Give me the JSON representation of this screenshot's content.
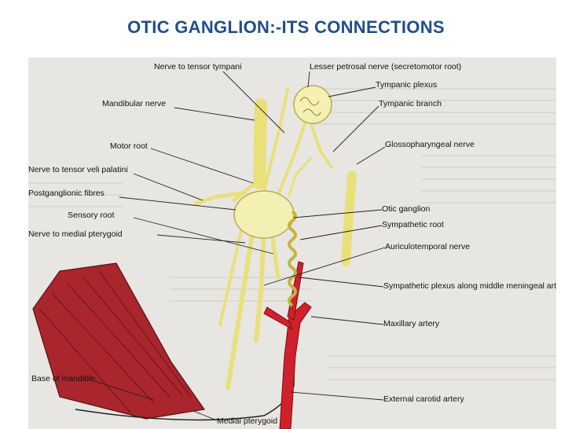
{
  "title": "OTIC GANGLION:-ITS  CONNECTIONS",
  "labels": {
    "nerve_to_tensor_tympani": "Nerve to tensor tympani",
    "lesser_petrosal": "Lesser petrosal nerve (secretomotor root)",
    "tympanic_plexus": "Tympanic plexus",
    "tympanic_branch": "Tympanic branch",
    "mandibular_nerve": "Mandibular nerve",
    "glossopharyngeal": "Glossopharyngeal nerve",
    "motor_root": "Motor root",
    "tensor_veli_palatini": "Nerve to tensor veli palatini",
    "postganglionic": "Postganglionic fibres",
    "otic_ganglion": "Otic ganglion",
    "sensory_root": "Sensory root",
    "sympathetic_root": "Sympathetic root",
    "medial_pterygoid_nerve": "Nerve to medial pterygoid",
    "auriculotemporal": "Auriculotemporal nerve",
    "sympathetic_plexus": "Sympathetic plexus along middle meningeal artery",
    "maxillary_artery": "Maxillary artery",
    "base_of_mandible": "Base of mandible",
    "external_carotid": "External carotid artery",
    "medial_pterygoid": "Medial pterygoid"
  },
  "colors": {
    "title": "#1f4e8c",
    "nerve": "#f2ec8e",
    "muscle": "#a8262c",
    "artery": "#d0202c",
    "page": "#e8e6e2"
  }
}
